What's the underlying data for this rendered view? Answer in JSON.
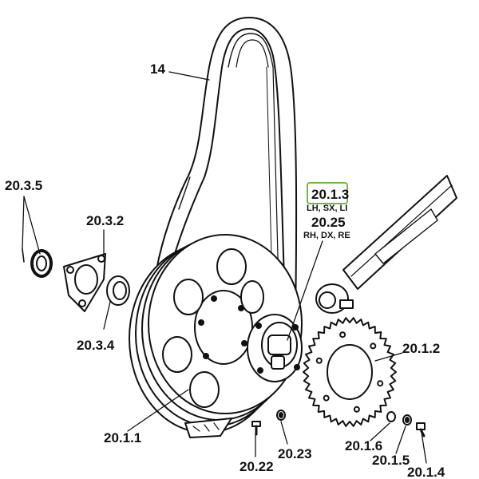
{
  "callouts": {
    "belt": "14",
    "bearing": "20.3.5",
    "flange": "20.3.2",
    "seal": "20.3.4",
    "hub_left": "20.1.3",
    "hub_left_side": "LH, SX, LI",
    "hub_right": "20.25",
    "hub_right_side": "RH, DX, RE",
    "sprocket": "20.1.2",
    "pulley": "20.1.1",
    "bolt_left": "20.22",
    "washer_left": "20.23",
    "nut_right": "20.1.6",
    "washer_right": "20.1.5",
    "bolt_right": "20.1.4"
  },
  "colors": {
    "line": "#111111",
    "highlight": "#6cbf3a"
  }
}
